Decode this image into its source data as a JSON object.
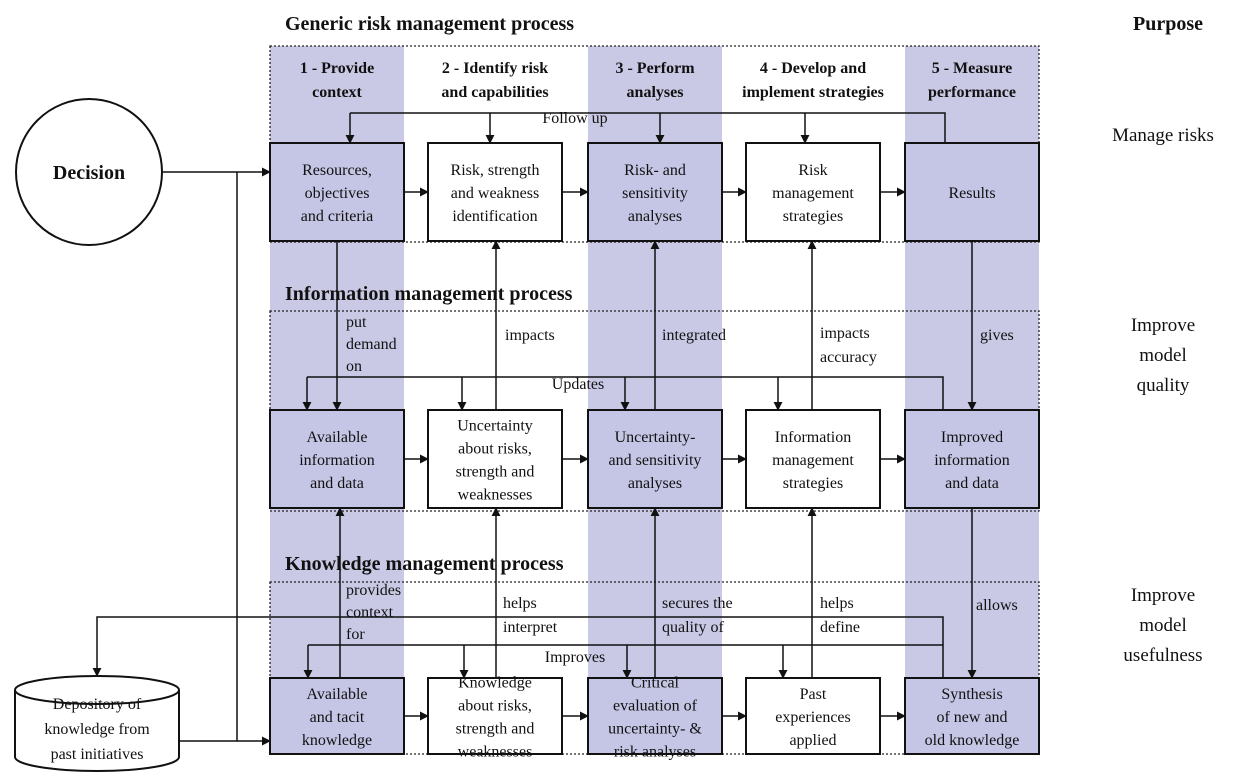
{
  "colors": {
    "band": "#c9c9e6",
    "shaded_box": "#c5c5e5",
    "white_box": "#ffffff",
    "ink": "#111111",
    "section_border": "#222222"
  },
  "sections": {
    "risk": "Generic risk management process",
    "info": "Information management process",
    "knowledge": "Knowledge management process"
  },
  "purpose": {
    "title": "Purpose",
    "manage": [
      "Manage risks"
    ],
    "improve_quality": [
      "Improve",
      "model",
      "quality"
    ],
    "improve_usefulness": [
      "Improve",
      "model",
      "usefulness"
    ]
  },
  "steps": [
    [
      "1 - Provide",
      "context"
    ],
    [
      "2 - Identify risk",
      "and capabilities"
    ],
    [
      "3 - Perform",
      "analyses"
    ],
    [
      "4 - Develop and",
      "implement strategies"
    ],
    [
      "5 - Measure",
      "performance"
    ]
  ],
  "decision": "Decision",
  "depository": [
    "Depository of",
    "knowledge from",
    "past initiatives"
  ],
  "rows": [
    {
      "feedback": "Follow up",
      "boxes": [
        [
          "Resources,",
          "objectives",
          "and criteria"
        ],
        [
          "Risk, strength",
          "and weakness",
          "identification"
        ],
        [
          "Risk- and",
          "sensitivity",
          "analyses"
        ],
        [
          "Risk",
          "management",
          "strategies"
        ],
        [
          "Results"
        ]
      ]
    },
    {
      "feedback": "Updates",
      "boxes": [
        [
          "Available",
          "information",
          "and data"
        ],
        [
          "Uncertainty",
          "about risks,",
          "strength and",
          "weaknesses"
        ],
        [
          "Uncertainty-",
          "and sensitivity",
          "analyses"
        ],
        [
          "Information",
          "management",
          "strategies"
        ],
        [
          "Improved",
          "information",
          "and data"
        ]
      ]
    },
    {
      "feedback": "Improves",
      "boxes": [
        [
          "Available",
          "and tacit",
          "knowledge"
        ],
        [
          "Knowledge",
          "about risks,",
          "strength and",
          "weaknesses"
        ],
        [
          "Critical",
          "evaluation of",
          "uncertainty- &",
          "risk analyses"
        ],
        [
          "Past",
          "experiences",
          "applied"
        ],
        [
          "Synthesis",
          "of new and",
          "old knowledge"
        ]
      ]
    }
  ],
  "links": {
    "put_demand_on": [
      "put",
      "demand",
      "on"
    ],
    "impacts": [
      "impacts"
    ],
    "integrated": [
      "integrated"
    ],
    "impacts_accuracy": [
      "impacts",
      "accuracy"
    ],
    "gives": [
      "gives"
    ],
    "provides_context_for": [
      "provides",
      "context",
      "for"
    ],
    "helps_interpret": [
      "helps",
      "interpret"
    ],
    "secures_quality_of": [
      "secures the",
      "quality of"
    ],
    "helps_define": [
      "helps",
      "define"
    ],
    "allows": [
      "allows"
    ]
  }
}
